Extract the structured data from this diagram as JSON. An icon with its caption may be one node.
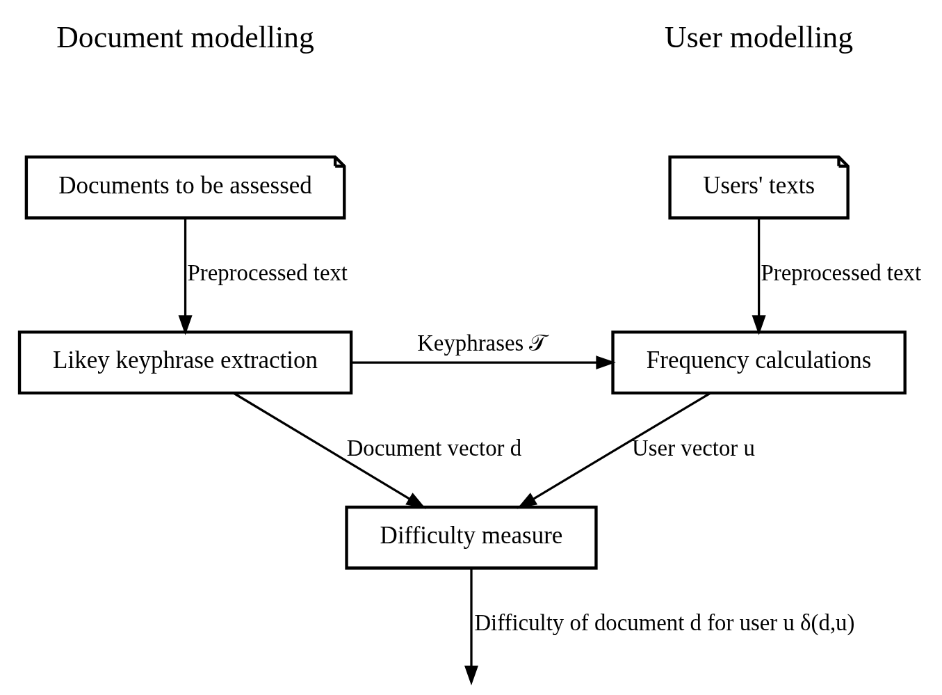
{
  "diagram": {
    "nodes": [
      {
        "text": [
          "Documents to be assessed"
        ]
      },
      {
        "text": [
          "Users' texts"
        ]
      },
      {
        "text": [
          "Likey keyphrase extraction"
        ]
      },
      {
        "text": [
          "Frequency calculations"
        ]
      },
      {
        "text": [
          "Difficulty measure"
        ]
      }
    ],
    "edges": [
      {
        "from": 0,
        "to": 2,
        "arrow": "to",
        "label": "Preprocessed text"
      },
      {
        "from": 1,
        "to": 3,
        "arrow": "to",
        "label": "Preprocessed text"
      },
      {
        "from": 2,
        "to": 3,
        "arrow": "to",
        "label": "Keyphrases 𝒯"
      },
      {
        "from": 2,
        "to": 4,
        "arrow": "to",
        "label": "Document vector d"
      },
      {
        "from": 3,
        "to": 4,
        "arrow": "to",
        "label": "User vector u"
      },
      {
        "from": 4,
        "to": null,
        "arrow": "to",
        "label": "Difficulty of document d for user u δ(d,u)"
      }
    ],
    "labels": [
      "Document modelling",
      "User modelling"
    ]
  }
}
